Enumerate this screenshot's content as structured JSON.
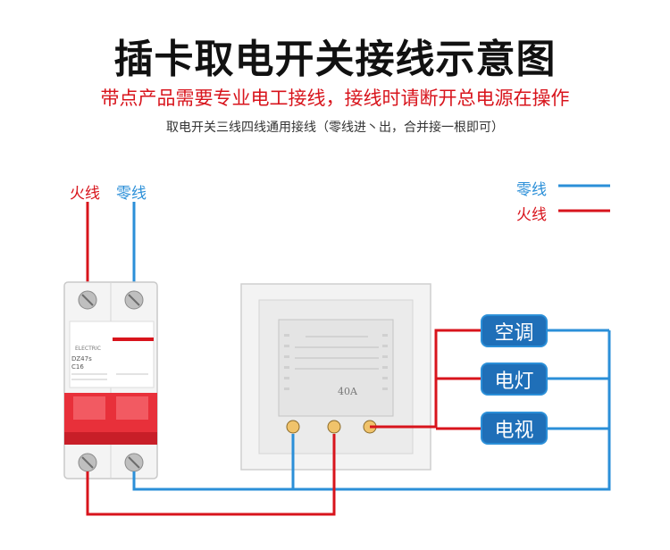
{
  "title": "插卡取电开关接线示意图",
  "warning": "带点产品需要专业电工接线，接线时请断开总电源在操作",
  "note": "取电开关三线四线通用接线（零线进丶出，合并接一根即可）",
  "labels": {
    "fire_left": "火线",
    "zero_left": "零线",
    "zero_legend": "零线",
    "fire_legend": "火线"
  },
  "devices": [
    "空调",
    "电灯",
    "电视"
  ],
  "breaker": {
    "brand": "ELECTRIC",
    "model": "DZ47s",
    "rating": "C16"
  },
  "switch_rating": "40A",
  "colors": {
    "live": "#d8141c",
    "neutral": "#2b8fd8",
    "device": "#1f6fb8"
  }
}
